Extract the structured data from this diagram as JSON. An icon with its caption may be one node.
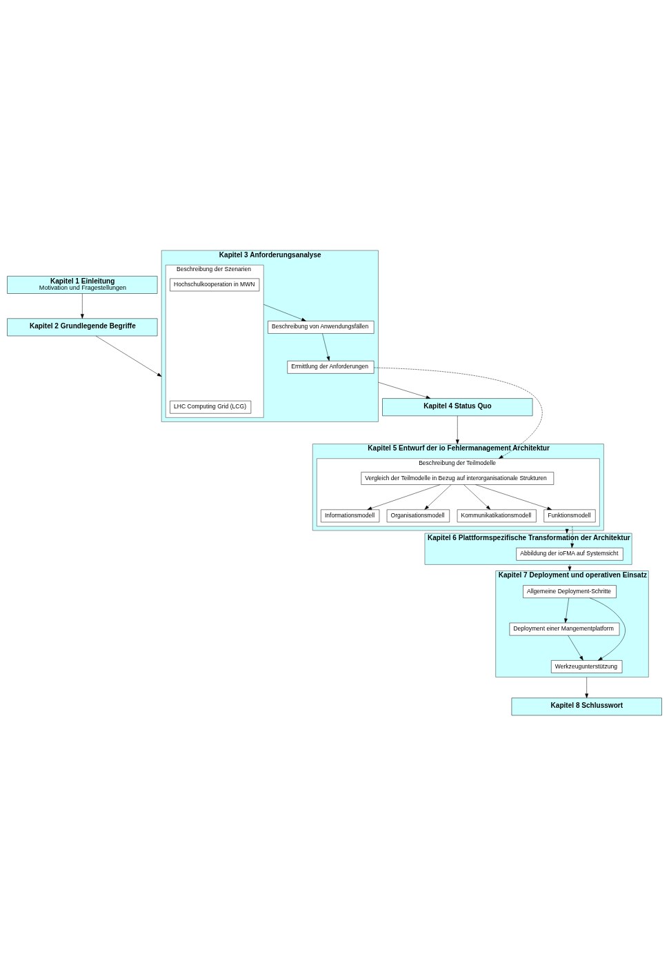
{
  "diagram": {
    "nodes": [
      {
        "text": [
          "Kapitel 1 Einleitung",
          "Motivation und Fragestellungen"
        ]
      },
      {
        "text": [
          "Kapitel 2 Grundlegende Begriffe"
        ]
      },
      {
        "text": [
          "Kapitel 3 Anforderungsanalyse"
        ]
      },
      {
        "text": [
          "Beschreibung der Szenarien"
        ],
        "in": 2
      },
      {
        "text": [
          "LHC Computing Grid (LCG)"
        ],
        "in": 3
      },
      {
        "text": [
          "Hochschulkooperation in MWN"
        ],
        "in": 3
      },
      {
        "text": [
          "Beschreibung von Anwendungsfällen"
        ],
        "in": 2
      },
      {
        "text": [
          "Ermittlung der Anforderungen"
        ],
        "in": 2
      },
      {
        "text": [
          "Kapitel 4 Status Quo"
        ]
      },
      {
        "text": [
          "Kapitel 5 Entwurf der io Fehlermanagement Architektur"
        ]
      },
      {
        "text": [
          "Beschreibung der Teilmodelle"
        ],
        "in": 9
      },
      {
        "text": [
          "Vergleich der Teilmodelle in Bezug auf interorganisationale Strukturen"
        ],
        "in": 10
      },
      {
        "text": [
          "Informationsmodell"
        ],
        "in": 10
      },
      {
        "text": [
          "Organisationsmodell"
        ],
        "in": 10
      },
      {
        "text": [
          "Kommunikatikationsmodell"
        ],
        "in": 10
      },
      {
        "text": [
          "Funktionsmodell"
        ],
        "in": 10
      },
      {
        "text": [
          "Kapitel 6 Plattformspezifische Transformation der Architektur"
        ]
      },
      {
        "text": [
          "Abbildung der ioFMA auf Systemsicht"
        ],
        "in": 16
      },
      {
        "text": [
          "Kapitel 7 Deployment und operativen Einsatz"
        ]
      },
      {
        "text": [
          "Deployment einer Mangementplatform"
        ],
        "in": 18
      },
      {
        "text": [
          "Werkzeugunterstützung"
        ],
        "in": 18
      },
      {
        "text": [
          "Allgemeine Deployment-Schritte"
        ],
        "in": 18
      },
      {
        "text": [
          "Kapitel 8 Schlusswort"
        ]
      }
    ],
    "edges": [
      {
        "from": 0,
        "to": 1,
        "arrow": "to"
      },
      {
        "from": 1,
        "to": 2,
        "arrow": "to"
      },
      {
        "from": 3,
        "to": 6,
        "arrow": "to"
      },
      {
        "from": 6,
        "to": 7,
        "arrow": "to"
      },
      {
        "from": 2,
        "to": 8,
        "arrow": "to"
      },
      {
        "from": 8,
        "to": 9,
        "arrow": "to"
      },
      {
        "from": 7,
        "to": 10,
        "arrow": "to",
        "style": "dashed"
      },
      {
        "from": 11,
        "to": 12,
        "arrow": "to"
      },
      {
        "from": 11,
        "to": 13,
        "arrow": "to"
      },
      {
        "from": 11,
        "to": 14,
        "arrow": "to"
      },
      {
        "from": 11,
        "to": 15,
        "arrow": "to"
      },
      {
        "from": 9,
        "to": 16,
        "arrow": "to"
      },
      {
        "from": 10,
        "to": 17,
        "arrow": "to",
        "style": "dashed"
      },
      {
        "from": 16,
        "to": 18,
        "arrow": "to"
      },
      {
        "from": 19,
        "to": 20,
        "arrow": "to"
      },
      {
        "from": 21,
        "to": 19,
        "arrow": "to"
      },
      {
        "from": 21,
        "to": 20,
        "arrow": "to"
      },
      {
        "from": 18,
        "to": 22,
        "arrow": "to"
      }
    ]
  }
}
